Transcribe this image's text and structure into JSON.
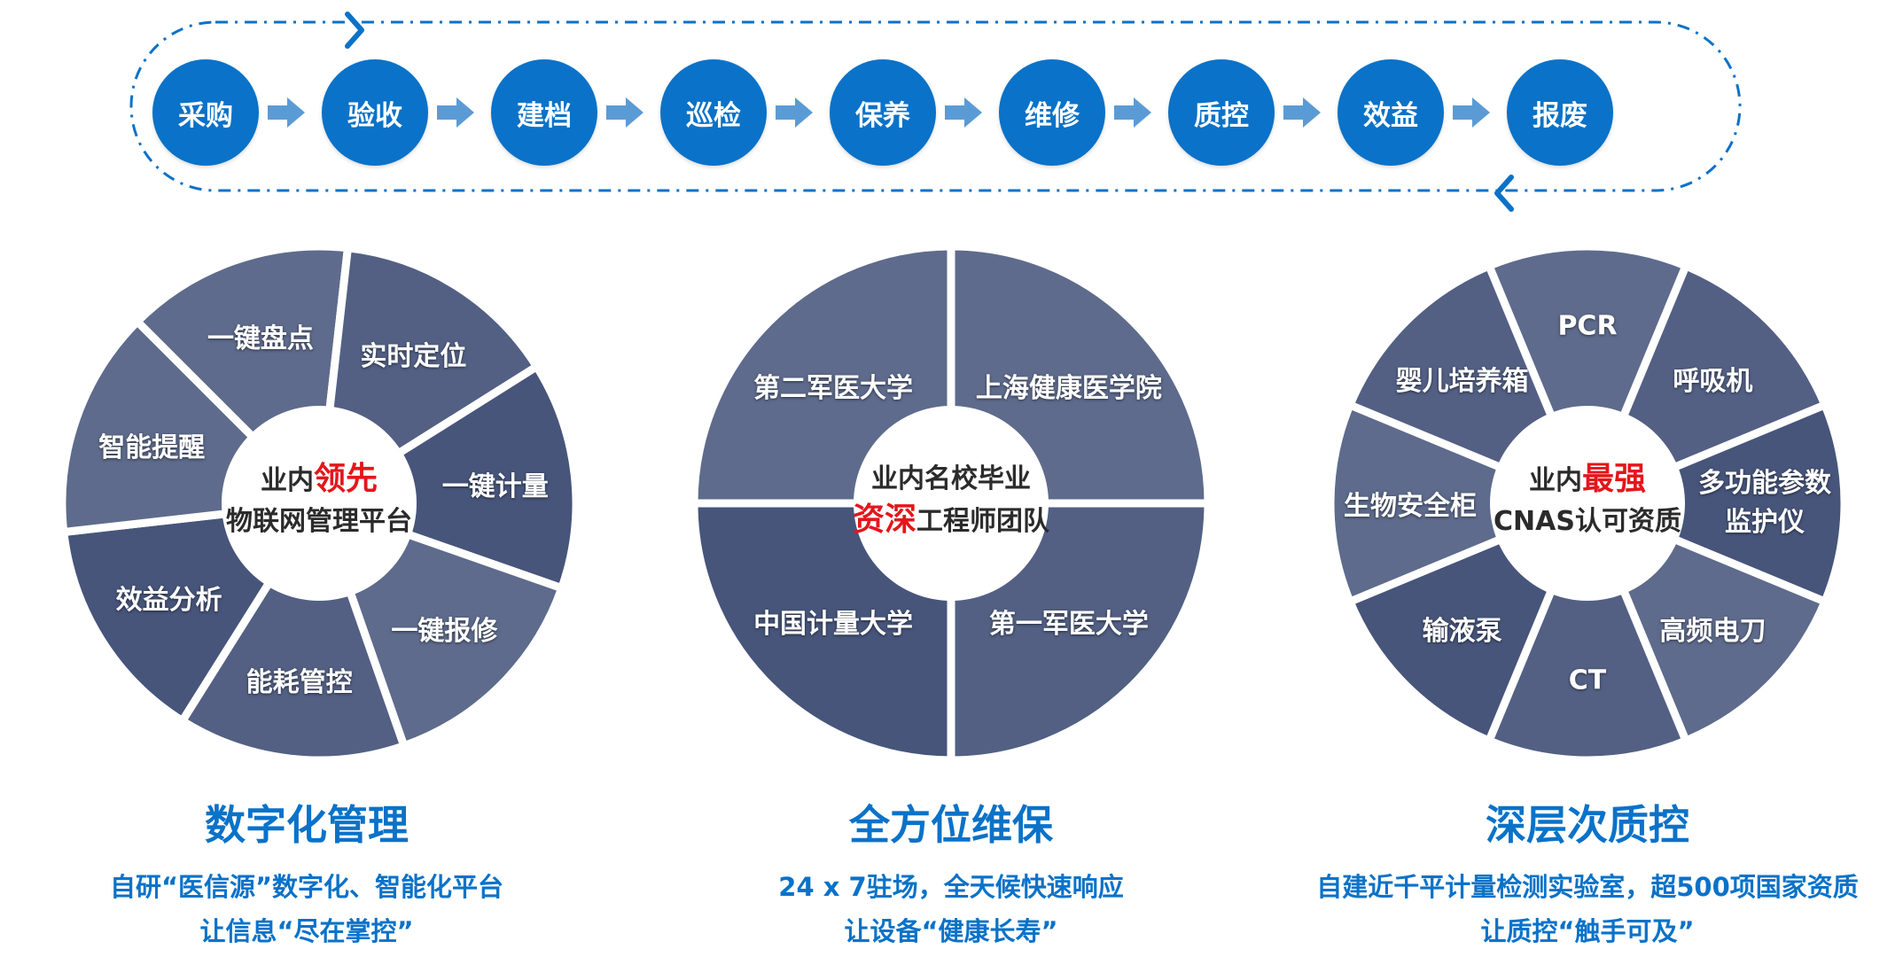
{
  "process_steps": [
    "采购",
    "验收",
    "建档",
    "巡检",
    "保养",
    "维修",
    "质控",
    "效益",
    "报废"
  ],
  "colors": {
    "primary_blue": "#0a72c8",
    "arrow_blue": "#5b9bd5",
    "segment_navy": "#3b4a73",
    "highlight_red": "#e4161b"
  },
  "sections": [
    {
      "title": "数字化管理",
      "desc_line1": "自研“医信源”数字化、智能化平台",
      "desc_line2": "让信息“尽在掌控”",
      "center_prefix": "业内",
      "center_highlight": "领先",
      "center_line2": "物联网管理平台",
      "segments": [
        "一键盘点",
        "实时定位",
        "一键计量",
        "一键报修",
        "能耗管控",
        "效益分析",
        "智能提醒"
      ]
    },
    {
      "title": "全方位维保",
      "desc_line1": "24 x 7驻场，全天候快速响应",
      "desc_line2": "让设备“健康长寿”",
      "center_line1": "业内名校毕业",
      "center_highlight": "资深",
      "center_suffix": "工程师团队",
      "segments": [
        "上海健康医学院",
        "第一军医大学",
        "中国计量大学",
        "第二军医大学"
      ]
    },
    {
      "title": "深层次质控",
      "desc_line1": "自建近千平计量检测实验室，超500项国家资质",
      "desc_line2": "让质控“触手可及”",
      "center_prefix": "业内",
      "center_highlight": "最强",
      "center_line2": "CNAS认可资质",
      "segments": [
        "PCR",
        "呼吸机",
        "多功能参数监护仪",
        "高频电刀",
        "CT",
        "输液泵",
        "生物安全柜",
        "婴儿培养箱"
      ],
      "segment_label_lines": {
        "多功能参数监护仪": [
          "多功能参数",
          "监护仪"
        ]
      }
    }
  ]
}
